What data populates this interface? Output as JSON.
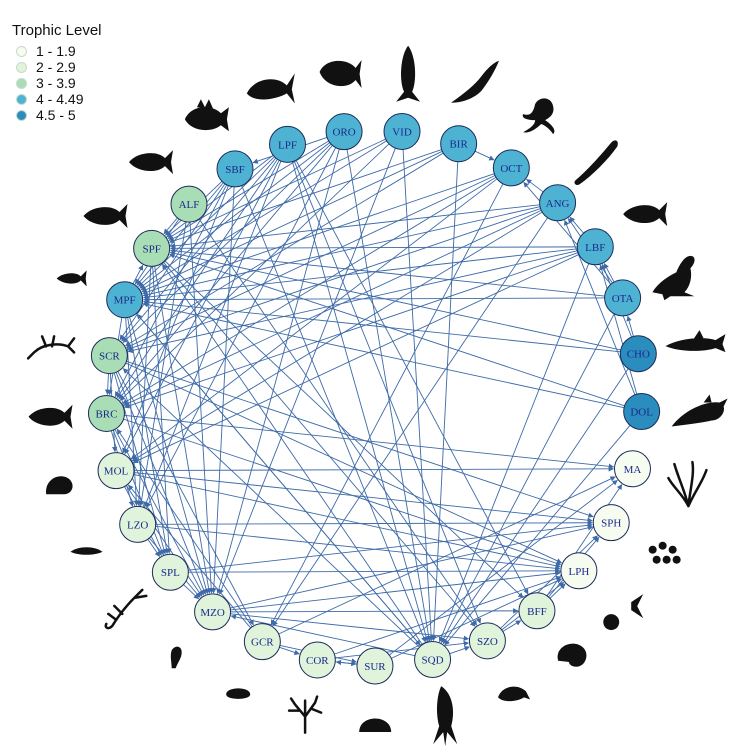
{
  "legend": {
    "title": "Trophic Level",
    "items": [
      {
        "label": "1 - 1.9",
        "color": "#f7fcf0"
      },
      {
        "label": "2 - 2.9",
        "color": "#e0f3db"
      },
      {
        "label": "3 - 3.9",
        "color": "#a8ddb5"
      },
      {
        "label": "4 - 4.49",
        "color": "#4eb3d3"
      },
      {
        "label": "4.5 - 5",
        "color": "#2b8cbe"
      }
    ]
  },
  "colors": {
    "edge": "#3d6aa8",
    "node_stroke": "#1c2b5a",
    "label": "#1a2a8a",
    "silhouette": "#111111"
  },
  "nodes": [
    {
      "id": "VID",
      "level": 3
    },
    {
      "id": "BIR",
      "level": 3
    },
    {
      "id": "OCT",
      "level": 3
    },
    {
      "id": "ANG",
      "level": 3
    },
    {
      "id": "LBF",
      "level": 3
    },
    {
      "id": "OTA",
      "level": 3
    },
    {
      "id": "CHO",
      "level": 4
    },
    {
      "id": "DOL",
      "level": 4
    },
    {
      "id": "MA",
      "level": 0
    },
    {
      "id": "SPH",
      "level": 0
    },
    {
      "id": "LPH",
      "level": 0
    },
    {
      "id": "BFF",
      "level": 1
    },
    {
      "id": "SZO",
      "level": 1
    },
    {
      "id": "SQD",
      "level": 1
    },
    {
      "id": "SUR",
      "level": 1
    },
    {
      "id": "COR",
      "level": 1
    },
    {
      "id": "GCR",
      "level": 1
    },
    {
      "id": "MZO",
      "level": 1
    },
    {
      "id": "SPL",
      "level": 1
    },
    {
      "id": "LZO",
      "level": 1
    },
    {
      "id": "MOL",
      "level": 1
    },
    {
      "id": "BRC",
      "level": 2
    },
    {
      "id": "SCR",
      "level": 2
    },
    {
      "id": "MPF",
      "level": 3
    },
    {
      "id": "SPF",
      "level": 2
    },
    {
      "id": "ALF",
      "level": 2
    },
    {
      "id": "SBF",
      "level": 3
    },
    {
      "id": "LPF",
      "level": 3
    },
    {
      "id": "ORO",
      "level": 3
    }
  ],
  "edges": [
    [
      "LPF",
      "MPF"
    ],
    [
      "LPF",
      "SPF"
    ],
    [
      "LPF",
      "SCR"
    ],
    [
      "LPF",
      "MOL"
    ],
    [
      "LPF",
      "BRC"
    ],
    [
      "LPF",
      "SQD"
    ],
    [
      "LPF",
      "SZO"
    ],
    [
      "LPF",
      "BFF"
    ],
    [
      "LPF",
      "LZO"
    ],
    [
      "ORO",
      "SBF"
    ],
    [
      "ORO",
      "MPF"
    ],
    [
      "ORO",
      "SPF"
    ],
    [
      "ORO",
      "SCR"
    ],
    [
      "ORO",
      "SQD"
    ],
    [
      "ORO",
      "BRC"
    ],
    [
      "ORO",
      "LZO"
    ],
    [
      "ORO",
      "MZO"
    ],
    [
      "VID",
      "MPF"
    ],
    [
      "VID",
      "SPF"
    ],
    [
      "VID",
      "SQD"
    ],
    [
      "VID",
      "BRC"
    ],
    [
      "VID",
      "MZO"
    ],
    [
      "BIR",
      "MPF"
    ],
    [
      "BIR",
      "SPF"
    ],
    [
      "BIR",
      "SQD"
    ],
    [
      "BIR",
      "OCT"
    ],
    [
      "BIR",
      "SCR"
    ],
    [
      "OCT",
      "SCR"
    ],
    [
      "OCT",
      "BRC"
    ],
    [
      "OCT",
      "MOL"
    ],
    [
      "OCT",
      "GCR"
    ],
    [
      "OCT",
      "MPF"
    ],
    [
      "ANG",
      "MPF"
    ],
    [
      "ANG",
      "SCR"
    ],
    [
      "ANG",
      "BRC"
    ],
    [
      "ANG",
      "OCT"
    ],
    [
      "ANG",
      "SPF"
    ],
    [
      "ANG",
      "MOL"
    ],
    [
      "ANG",
      "GCR"
    ],
    [
      "LBF",
      "MPF"
    ],
    [
      "LBF",
      "BRC"
    ],
    [
      "LBF",
      "SCR"
    ],
    [
      "LBF",
      "SPF"
    ],
    [
      "LBF",
      "ANG"
    ],
    [
      "LBF",
      "SQD"
    ],
    [
      "LBF",
      "MOL"
    ],
    [
      "OTA",
      "MPF"
    ],
    [
      "OTA",
      "SQD"
    ],
    [
      "OTA",
      "OCT"
    ],
    [
      "OTA",
      "SPF"
    ],
    [
      "OTA",
      "LBF"
    ],
    [
      "OTA",
      "ANG"
    ],
    [
      "CHO",
      "MPF"
    ],
    [
      "CHO",
      "SQD"
    ],
    [
      "CHO",
      "SPF"
    ],
    [
      "CHO",
      "OTA"
    ],
    [
      "CHO",
      "LBF"
    ],
    [
      "DOL",
      "SPF"
    ],
    [
      "DOL",
      "MPF"
    ],
    [
      "DOL",
      "SQD"
    ],
    [
      "DOL",
      "ANG"
    ],
    [
      "DOL",
      "LBF"
    ],
    [
      "SBF",
      "MPF"
    ],
    [
      "SBF",
      "SCR"
    ],
    [
      "SBF",
      "BRC"
    ],
    [
      "SBF",
      "SPF"
    ],
    [
      "SBF",
      "MOL"
    ],
    [
      "SBF",
      "SQD"
    ],
    [
      "SBF",
      "MZO"
    ],
    [
      "ALF",
      "SPF"
    ],
    [
      "ALF",
      "MZO"
    ],
    [
      "ALF",
      "MPF"
    ],
    [
      "ALF",
      "LZO"
    ],
    [
      "ALF",
      "SZO"
    ],
    [
      "SPF",
      "MZO"
    ],
    [
      "SPF",
      "LZO"
    ],
    [
      "SPF",
      "SZO"
    ],
    [
      "SPF",
      "SPL"
    ],
    [
      "SPF",
      "BFF"
    ],
    [
      "MPF",
      "MZO"
    ],
    [
      "MPF",
      "SPF"
    ],
    [
      "MPF",
      "SQD"
    ],
    [
      "MPF",
      "BRC"
    ],
    [
      "MPF",
      "LZO"
    ],
    [
      "MPF",
      "SPL"
    ],
    [
      "SCR",
      "MOL"
    ],
    [
      "SCR",
      "BRC"
    ],
    [
      "SCR",
      "GCR"
    ],
    [
      "SCR",
      "MZO"
    ],
    [
      "SCR",
      "SPL"
    ],
    [
      "SCR",
      "LPH"
    ],
    [
      "SCR",
      "SPH"
    ],
    [
      "BRC",
      "SPL"
    ],
    [
      "BRC",
      "MZO"
    ],
    [
      "BRC",
      "LZO"
    ],
    [
      "BRC",
      "LPH"
    ],
    [
      "BRC",
      "MA"
    ],
    [
      "MOL",
      "SPL"
    ],
    [
      "MOL",
      "MA"
    ],
    [
      "MOL",
      "SPH"
    ],
    [
      "MOL",
      "LPH"
    ],
    [
      "MOL",
      "MZO"
    ],
    [
      "LZO",
      "MZO"
    ],
    [
      "LZO",
      "SPL"
    ],
    [
      "LZO",
      "LPH"
    ],
    [
      "LZO",
      "SPH"
    ],
    [
      "SPL",
      "MZO"
    ],
    [
      "SPL",
      "LPH"
    ],
    [
      "SPL",
      "SPH"
    ],
    [
      "MZO",
      "SZO"
    ],
    [
      "MZO",
      "LPH"
    ],
    [
      "MZO",
      "SPH"
    ],
    [
      "MZO",
      "BFF"
    ],
    [
      "GCR",
      "COR"
    ],
    [
      "GCR",
      "MOL"
    ],
    [
      "GCR",
      "SUR"
    ],
    [
      "GCR",
      "BRC"
    ],
    [
      "GCR",
      "MA"
    ],
    [
      "COR",
      "SUR"
    ],
    [
      "COR",
      "SZO"
    ],
    [
      "COR",
      "LPH"
    ],
    [
      "SUR",
      "MA"
    ],
    [
      "SUR",
      "COR"
    ],
    [
      "SUR",
      "LPH"
    ],
    [
      "SQD",
      "MPF"
    ],
    [
      "SQD",
      "SPF"
    ],
    [
      "SQD",
      "SZO"
    ],
    [
      "SQD",
      "MZO"
    ],
    [
      "SQD",
      "SCR"
    ],
    [
      "SZO",
      "LPH"
    ],
    [
      "SZO",
      "SPH"
    ],
    [
      "SZO",
      "BFF"
    ],
    [
      "BFF",
      "LPH"
    ],
    [
      "BFF",
      "SPH"
    ],
    [
      "BFF",
      "MA"
    ]
  ],
  "silhouettes": [
    {
      "name": "marlin-silhouette",
      "node": "VID",
      "shape": "fish-vertical"
    },
    {
      "name": "albatross-silhouette",
      "node": "BIR",
      "shape": "bird"
    },
    {
      "name": "octopus-silhouette",
      "node": "OCT",
      "shape": "octopus"
    },
    {
      "name": "eel-silhouette",
      "node": "ANG",
      "shape": "eel"
    },
    {
      "name": "bass-silhouette",
      "node": "LBF",
      "shape": "fish"
    },
    {
      "name": "sea-lion-silhouette",
      "node": "OTA",
      "shape": "sealion"
    },
    {
      "name": "shark-silhouette",
      "node": "CHO",
      "shape": "shark"
    },
    {
      "name": "dolphin-silhouette",
      "node": "DOL",
      "shape": "dolphin"
    },
    {
      "name": "algae-silhouette",
      "node": "MA",
      "shape": "algae"
    },
    {
      "name": "phytoplankton-silhouette",
      "node": "SPH",
      "shape": "dots"
    },
    {
      "name": "diatom-silhouette",
      "node": "LPH",
      "shape": "diatom"
    },
    {
      "name": "worm-silhouette",
      "node": "BFF",
      "shape": "worm"
    },
    {
      "name": "copepod-silhouette",
      "node": "SZO",
      "shape": "shrimp"
    },
    {
      "name": "squid-silhouette",
      "node": "SQD",
      "shape": "squid"
    },
    {
      "name": "urchin-silhouette",
      "node": "SUR",
      "shape": "urchin"
    },
    {
      "name": "coral-silhouette",
      "node": "COR",
      "shape": "coral"
    },
    {
      "name": "crab-silhouette",
      "node": "GCR",
      "shape": "crab"
    },
    {
      "name": "mysid-silhouette",
      "node": "MZO",
      "shape": "mysid"
    },
    {
      "name": "lobster-silhouette",
      "node": "SPL",
      "shape": "lobster"
    },
    {
      "name": "krill-silhouette",
      "node": "LZO",
      "shape": "krill"
    },
    {
      "name": "snail-silhouette",
      "node": "MOL",
      "shape": "snail"
    },
    {
      "name": "bream-silhouette",
      "node": "BRC",
      "shape": "fish"
    },
    {
      "name": "crayfish-silhouette",
      "node": "SCR",
      "shape": "crayfish"
    },
    {
      "name": "small-fish-silhouette",
      "node": "MPF",
      "shape": "smallfish"
    },
    {
      "name": "fish-silhouette-spf",
      "node": "SPF",
      "shape": "fish"
    },
    {
      "name": "fish-silhouette-alf",
      "node": "ALF",
      "shape": "fish"
    },
    {
      "name": "rockfish-silhouette",
      "node": "SBF",
      "shape": "rockfish"
    },
    {
      "name": "tuna-silhouette",
      "node": "LPF",
      "shape": "tuna"
    },
    {
      "name": "grouper-silhouette",
      "node": "ORO",
      "shape": "grouper"
    }
  ]
}
